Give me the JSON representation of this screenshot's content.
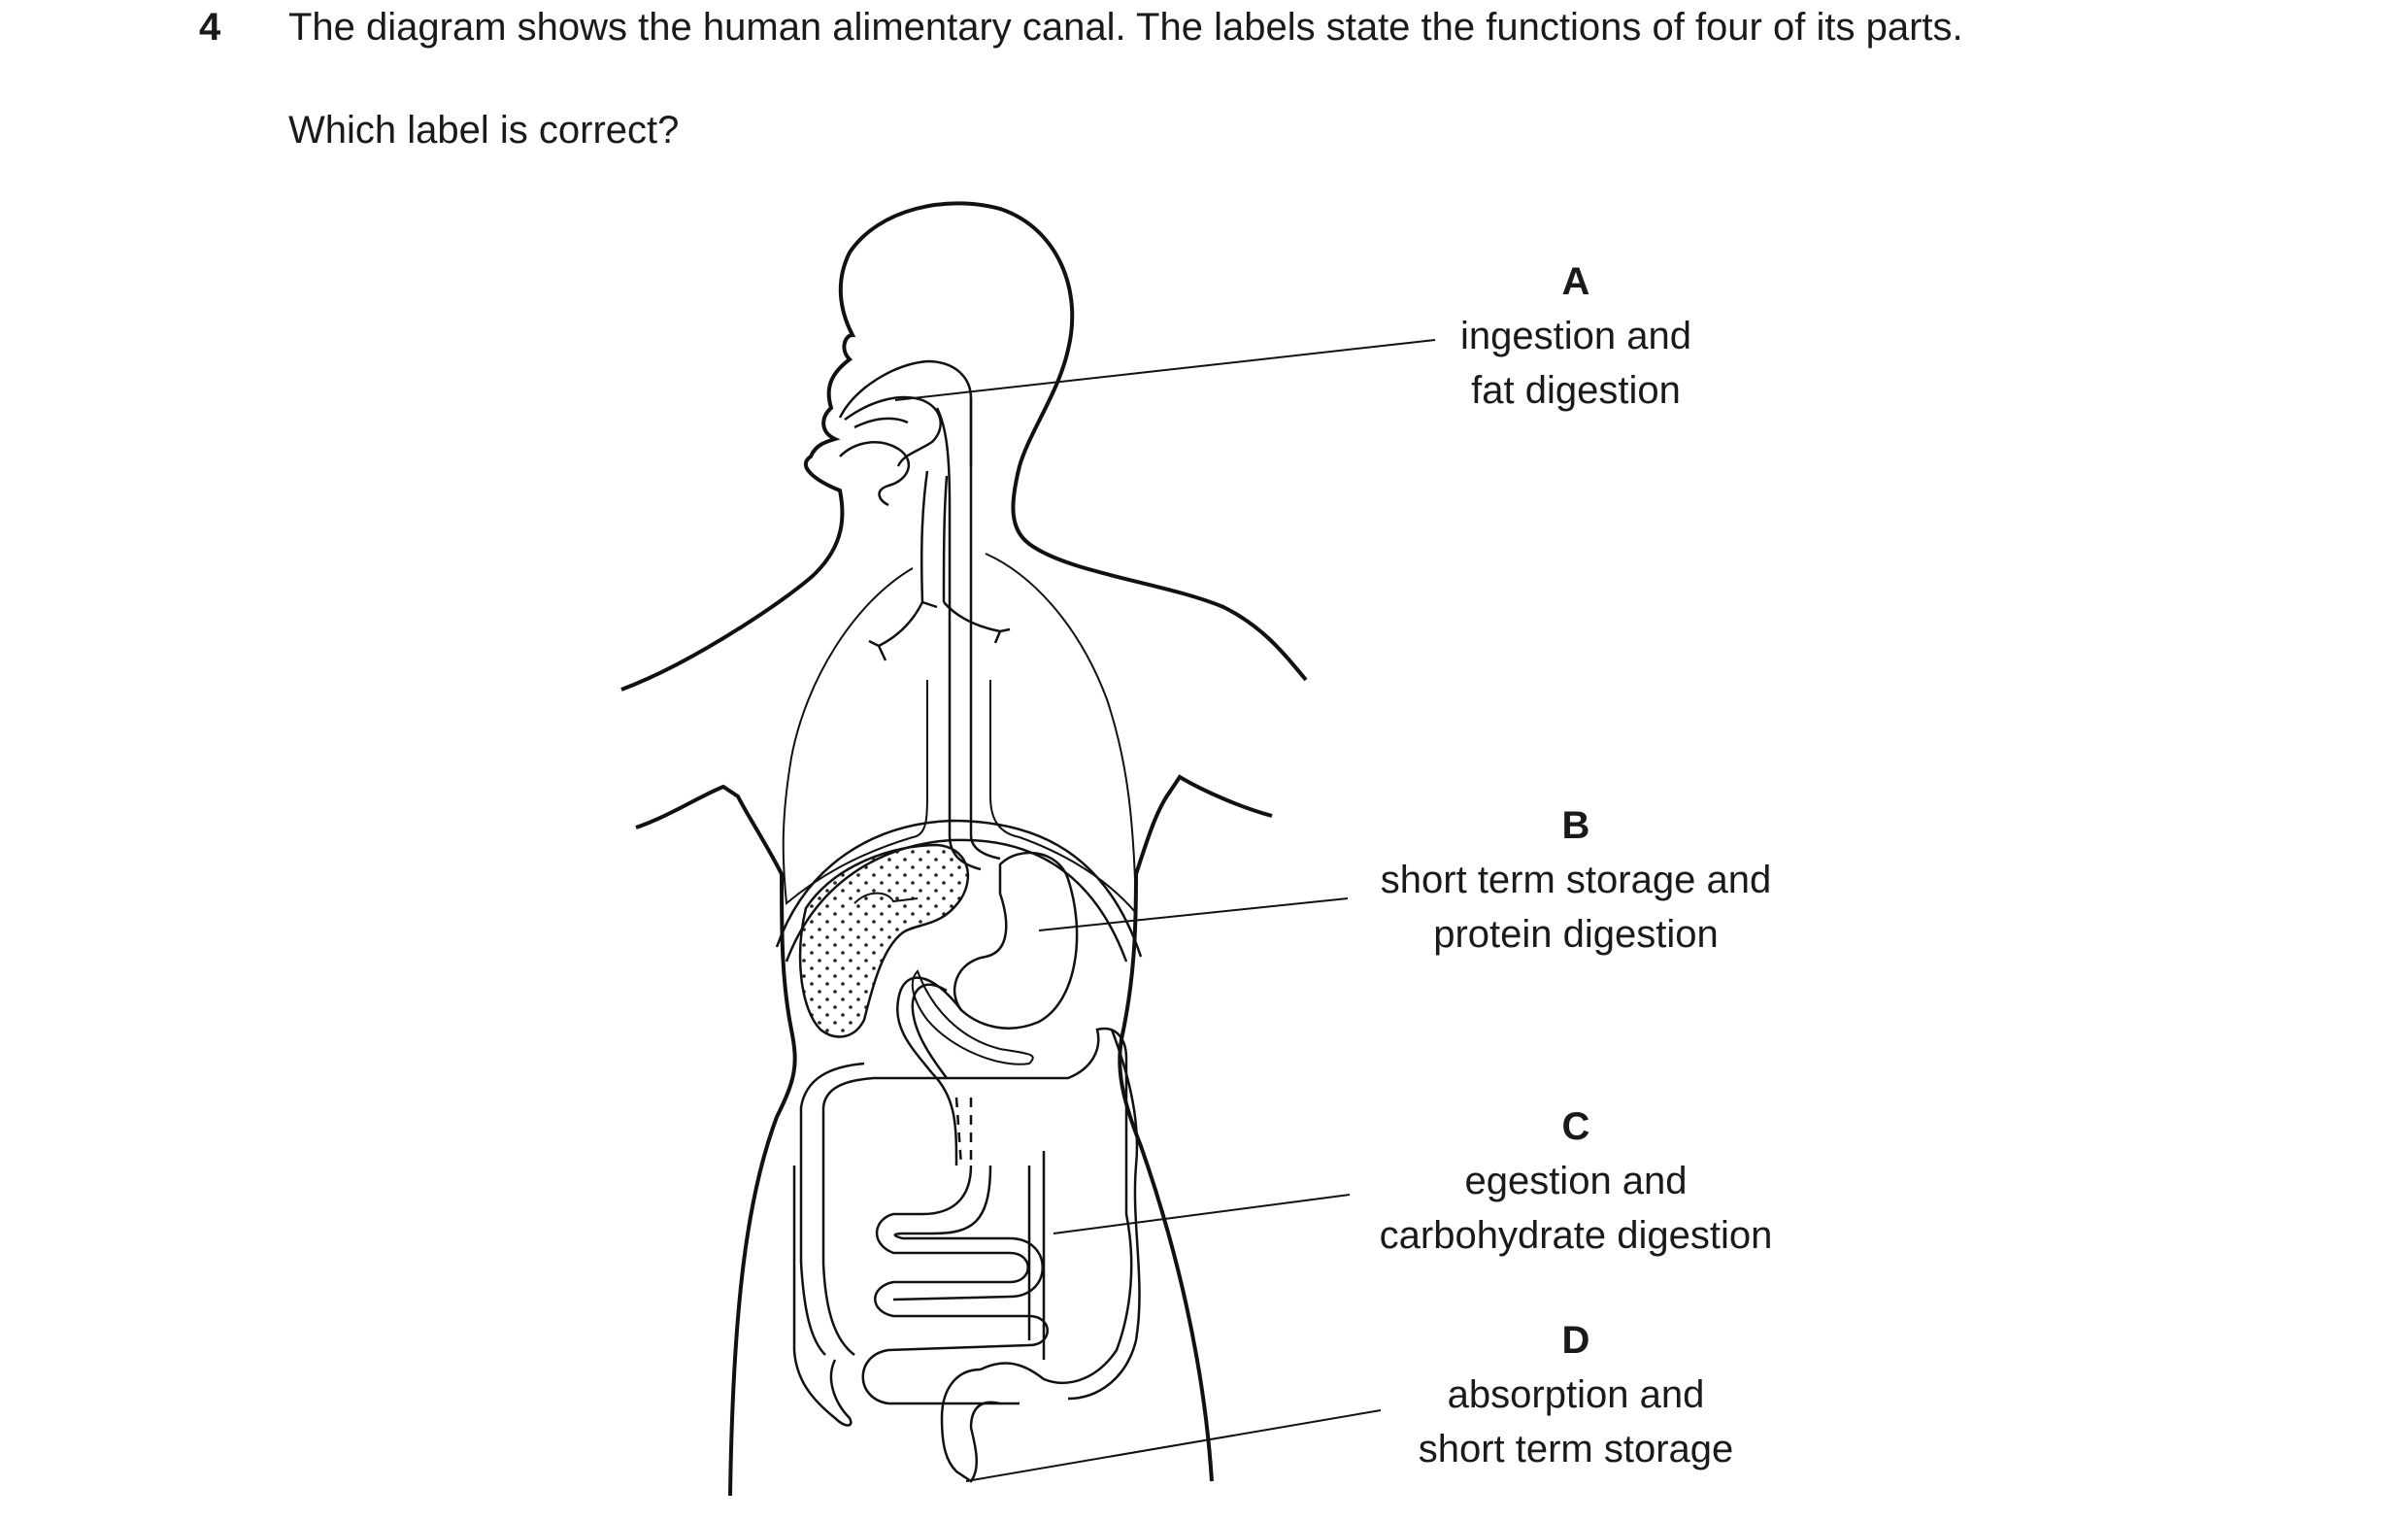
{
  "question": {
    "number": "4",
    "stem": "The diagram shows the human alimentary canal. The labels state the functions of four of its parts.",
    "prompt": "Which label is correct?"
  },
  "labels": [
    {
      "letter": "A",
      "line1": "ingestion and",
      "line2": "fat digestion"
    },
    {
      "letter": "B",
      "line1": "short term storage and",
      "line2": "protein digestion"
    },
    {
      "letter": "C",
      "line1": "egestion and",
      "line2": "carbohydrate digestion"
    },
    {
      "letter": "D",
      "line1": "absorption and",
      "line2": "short term storage"
    }
  ]
}
